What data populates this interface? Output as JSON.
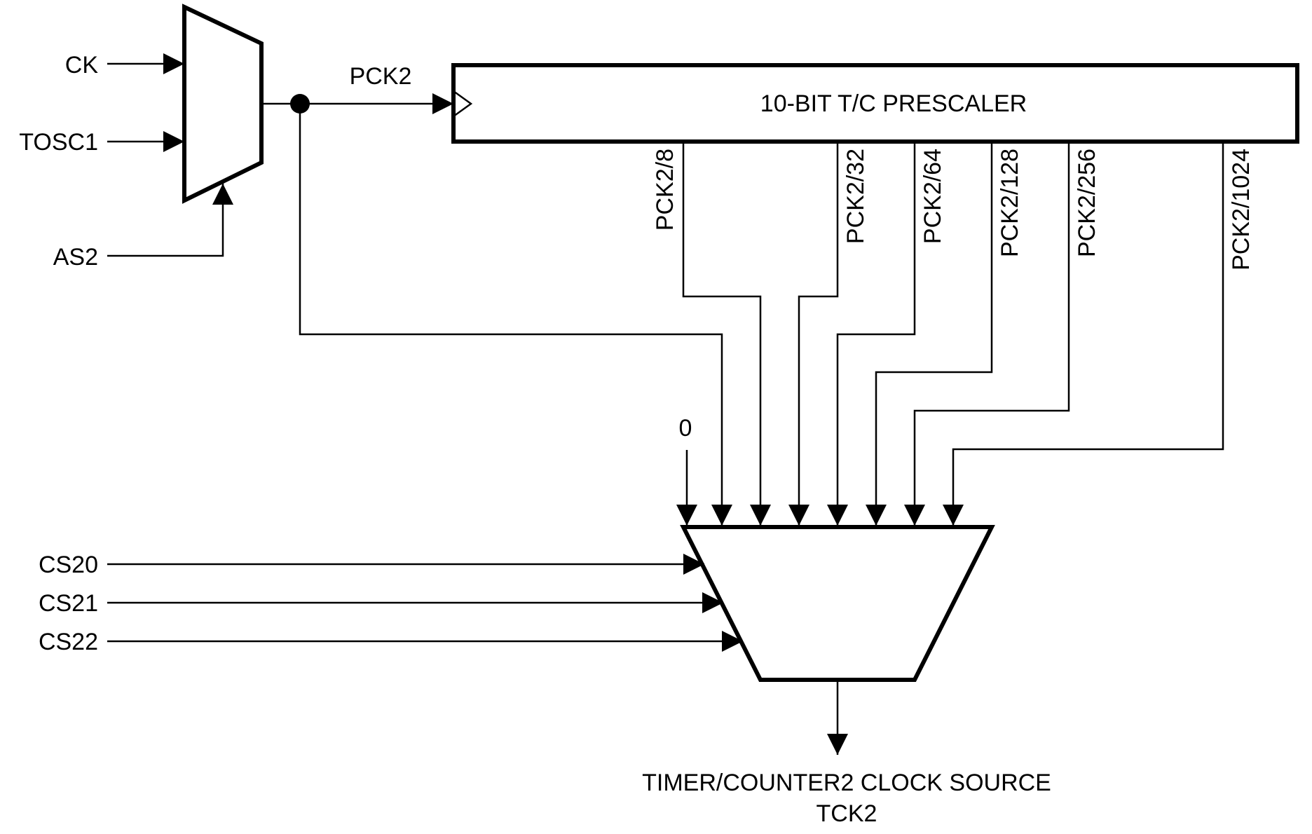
{
  "mux1": {
    "inputs": [
      "CK",
      "TOSC1"
    ],
    "select": "AS2",
    "output": "PCK2"
  },
  "prescaler": {
    "label": "10-BIT T/C PRESCALER",
    "taps": [
      "PCK2/8",
      "PCK2/32",
      "PCK2/64",
      "PCK2/128",
      "PCK2/256",
      "PCK2/1024"
    ]
  },
  "mux2": {
    "zero_input": "0",
    "selects": [
      "CS20",
      "CS21",
      "CS22"
    ]
  },
  "output": {
    "line1": "TIMER/COUNTER2 CLOCK SOURCE",
    "line2": "TCK2"
  }
}
